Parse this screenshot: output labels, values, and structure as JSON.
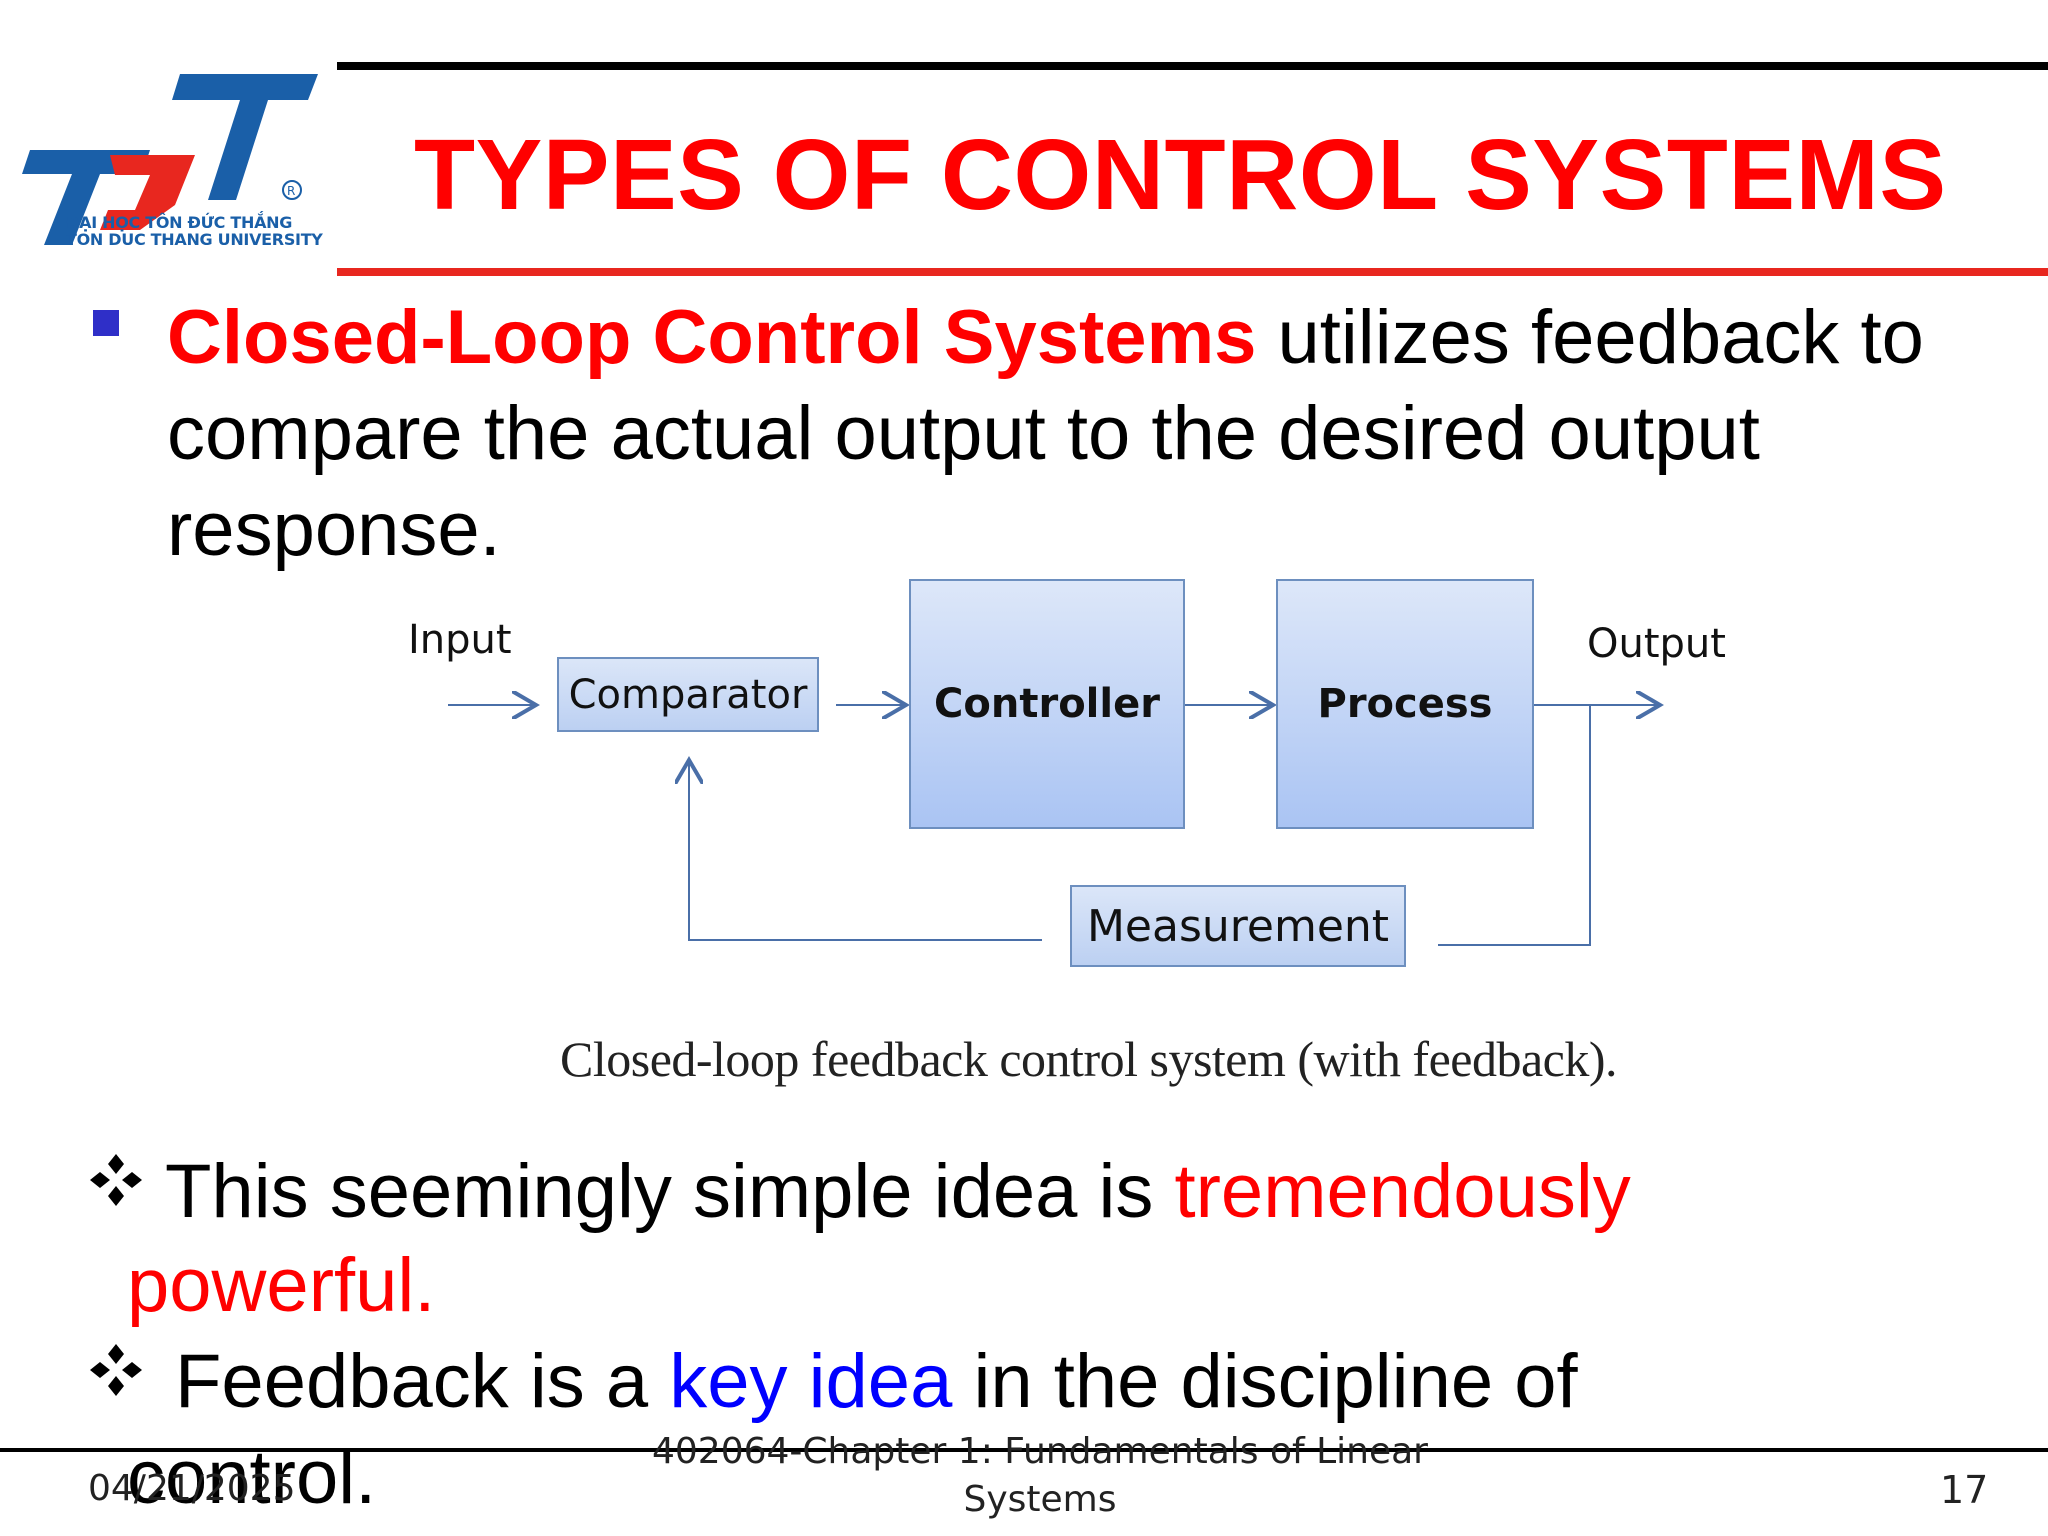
{
  "header": {
    "title": "TYPES OF CONTROL SYSTEMS",
    "logo": {
      "mark": "TDT",
      "line1": "ĐẠI HỌC TÔN ĐỨC THẮNG",
      "line2": "TON DUC THANG UNIVERSITY"
    }
  },
  "bullet1": {
    "highlight": "Closed-Loop Control Systems",
    "rest": " utilizes feedback to compare the actual output to the desired output response."
  },
  "diagram": {
    "input_label": "Input",
    "output_label": "Output",
    "comparator": "Comparator",
    "controller": "Controller",
    "process": "Process",
    "measurement": "Measurement",
    "caption": "Closed-loop feedback control system (with feedback).",
    "colors": {
      "box_border": "#6d8fbf",
      "box_fill": "#c9d9f5",
      "arrow": "#4a6fa8"
    }
  },
  "bullet2": {
    "text": "This seemingly simple idea is ",
    "highlight": "tremendously",
    "cont": "powerful."
  },
  "bullet3": {
    "text1": "Feedback is a ",
    "highlight": "key idea",
    "text2": " in the discipline of",
    "cont": "control."
  },
  "footer": {
    "date": "04/21/2025",
    "course": "402064-Chapter 1: Fundamentals of Linear Systems",
    "page": "17"
  },
  "colors": {
    "title_red": "#ff0000",
    "rule_red": "#e8271f",
    "bullet_blue": "#2f2fc8",
    "key_blue": "#0000ff"
  }
}
